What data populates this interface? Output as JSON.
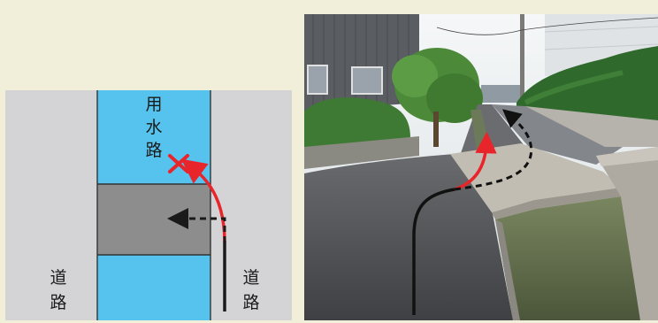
{
  "diagram": {
    "canal_label": [
      "用",
      "水",
      "路"
    ],
    "road_label_left": [
      "道",
      "路"
    ],
    "road_label_right": [
      "道",
      "路"
    ],
    "colors": {
      "road": "#d4d4d6",
      "canal": "#56c3ee",
      "bridge": "#8d8d8d",
      "line": "#1a1a1a",
      "arrow_red": "#e8252a",
      "cross": "#e8252a"
    }
  },
  "photo": {
    "colors": {
      "sky": "#e9eef0",
      "asphalt": "#4a4b4e",
      "concrete": "#b9b4aa",
      "water": "#5e6a48",
      "hedge": "#2f6a2c",
      "building": "#6f7277",
      "arrow_red": "#e8252a",
      "path_black": "#111111"
    }
  }
}
